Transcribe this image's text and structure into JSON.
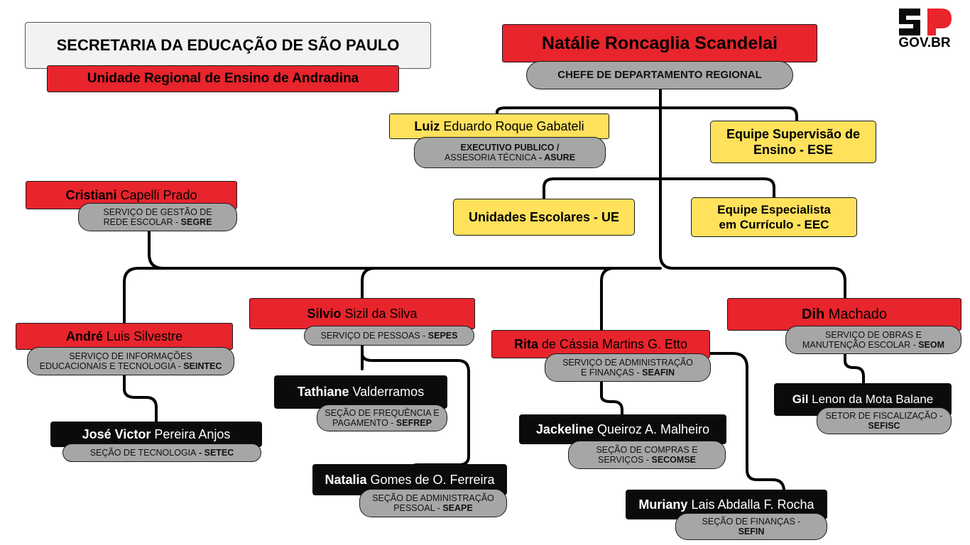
{
  "header": {
    "title": "SECRETARIA DA EDUCAÇÃO DE SÃO PAULO",
    "subtitle": "Unidade Regional de Ensino de Andradina"
  },
  "logo": {
    "text": "GOV.BR",
    "icon": "sp-logo-icon"
  },
  "chief": {
    "name": "Natálie Roncaglia Scandelai",
    "role": "CHEFE DE DEPARTAMENTO REGIONAL"
  },
  "asure": {
    "first": "Luiz",
    "rest": " Eduardo Roque Gabateli",
    "role_line1": "EXECUTIVO PUBLICO /",
    "role_line2": "ASSESORIA TÉCNICA",
    "role_sep": " - ",
    "role_code": "ASURE"
  },
  "ese": {
    "line1": "Equipe Supervisão de",
    "line2": "Ensino - ESE"
  },
  "ue": {
    "label": "Unidades Escolares - UE"
  },
  "eec": {
    "line1": "Equipe Especialista",
    "line2": "em Currículo - EEC"
  },
  "segre": {
    "first": "Cristiani",
    "rest": " Capelli Prado",
    "role_line1": "SERVIÇO DE GESTÃO DE",
    "role_line2": "REDE ESCOLAR",
    "role_sep": " - ",
    "role_code": "SEGRE"
  },
  "seintec": {
    "first": "André",
    "rest": " Luis Silvestre",
    "role_line1": "SERVIÇO DE INFORMAÇÕES",
    "role_line2": "EDUCACIONAIS E TECNOLOGIA",
    "role_sep": " - ",
    "role_code": "SEINTEC"
  },
  "setec": {
    "first": "José Victor",
    "rest": " Pereira Anjos",
    "role_line1": "SEÇÃO DE TECNOLOGIA",
    "role_sep": " - ",
    "role_code": "SETEC"
  },
  "sepes": {
    "first": "Silvio",
    "rest": " Sizil da Silva",
    "role_line1": "SERVIÇO DE PESSOAS",
    "role_sep": " - ",
    "role_code": "SEPES"
  },
  "sefrep": {
    "first": "Tathiane",
    "rest": " Valderramos",
    "role_line1": "SEÇÃO DE FREQUÊNCIA E",
    "role_line2": "PAGAMENTO",
    "role_sep": " - ",
    "role_code": "SEFREP"
  },
  "seape": {
    "first": "Natalia",
    "rest": " Gomes de O. Ferreira",
    "role_line1": "SEÇÃO DE ADMINISTRAÇÃO",
    "role_line2": "PESSOAL",
    "role_sep": " - ",
    "role_code": "SEAPE"
  },
  "seafin": {
    "first": "Rita",
    "rest": " de Cássia Martins G. Etto",
    "role_line1": "SERVIÇO DE ADMINISTRAÇÃO",
    "role_line2": "E FINANÇAS",
    "role_sep": " - ",
    "role_code": "SEAFIN"
  },
  "secomse": {
    "first": "Jackeline",
    "rest": " Queiroz A. Malheiro",
    "role_line1": "SEÇÃO DE COMPRAS E",
    "role_line2": "SERVIÇOS",
    "role_sep": " - ",
    "role_code": "SECOMSE"
  },
  "sefin": {
    "first": "Muriany",
    "rest": " Lais Abdalla F. Rocha",
    "role_line1": "SEÇÃO DE FINANÇAS -",
    "role_code": "SEFIN"
  },
  "seom": {
    "first": "Dih",
    "rest": " Machado",
    "role_line1": "SERVIÇO DE OBRAS E",
    "role_line2": "MANUTENÇÃO ESCOLAR",
    "role_sep": " - ",
    "role_code": "SEOM"
  },
  "sefisc": {
    "first": "Gil",
    "rest": " Lenon da Mota Balane",
    "role_line1": "SETOR DE FISCALIZAÇÃO -",
    "role_code": "SEFISC"
  },
  "colors": {
    "red": "#e8242c",
    "yellow": "#ffe15c",
    "gray": "#a6a6a6",
    "black": "#0b0b0b"
  }
}
